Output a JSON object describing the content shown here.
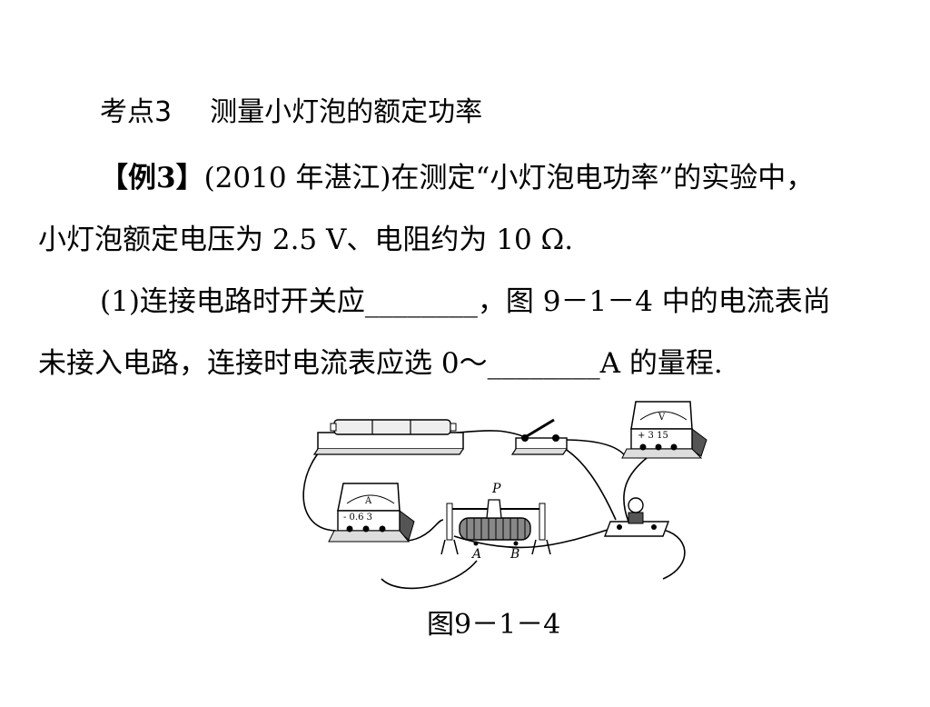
{
  "heading": {
    "topic": "考点3",
    "title": "测量小灯泡的额定功率"
  },
  "example": {
    "label": "【例3】",
    "line1_rest": "(2010 年湛江)在测定“小灯泡电功率”的实验中，",
    "line2": "小灯泡额定电压为 2.5 V、电阻约为 10 Ω.",
    "line3": "(1)连接电路时开关应________，图 9－1－4 中的电流表尚",
    "line4": "未接入电路，连接时电流表应选 0～________A 的量程."
  },
  "figure": {
    "caption": "图9－1－4",
    "voltmeter_letter": "V",
    "voltmeter_terminals": "+ 3 15",
    "ammeter_letter": "A",
    "ammeter_terminals": "- 0.6 3",
    "rheostat_slider": "P",
    "rheostat_terminal_a": "A",
    "rheostat_terminal_b": "B"
  }
}
